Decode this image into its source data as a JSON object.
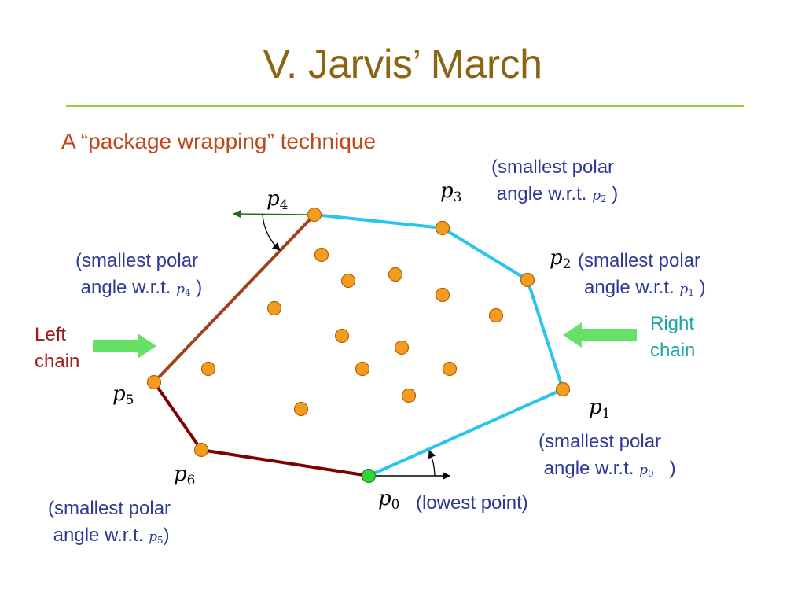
{
  "title": "V. Jarvis’ March",
  "subtitle": "A “package wrapping” technique",
  "colors": {
    "title": "#8B6414",
    "rule": "#9ACD32",
    "subtitle": "#C0471A",
    "note_text": "#2F3A96",
    "right_chain": "#29C4F0",
    "left_chain_upper": "#A0421A",
    "left_chain_lower": "#800000",
    "point_fill": "#F39C1F",
    "lowest_point_fill": "#35D435",
    "arrow_fill": "#66E066",
    "right_chain_label": "#1AA6A6",
    "left_chain_label": "#A01818"
  },
  "points": {
    "p0": {
      "letter": "p",
      "index": "0"
    },
    "p1": {
      "letter": "p",
      "index": "1"
    },
    "p2": {
      "letter": "p",
      "index": "2"
    },
    "p3": {
      "letter": "p",
      "index": "3"
    },
    "p4": {
      "letter": "p",
      "index": "4"
    },
    "p5": {
      "letter": "p",
      "index": "5"
    },
    "p6": {
      "letter": "p",
      "index": "6"
    }
  },
  "notes": {
    "line1": "(smallest polar",
    "line2_prefix": "angle w.r.t.",
    "p3_close": " )",
    "p2_close": " )",
    "p1_close": "   )",
    "p4_close": " )",
    "p6_close": ")",
    "lowest_point": "(lowest point)"
  },
  "chains": {
    "left_line1": "Left",
    "left_line2": "chain",
    "right_line1": "Right",
    "right_line2": "chain"
  }
}
